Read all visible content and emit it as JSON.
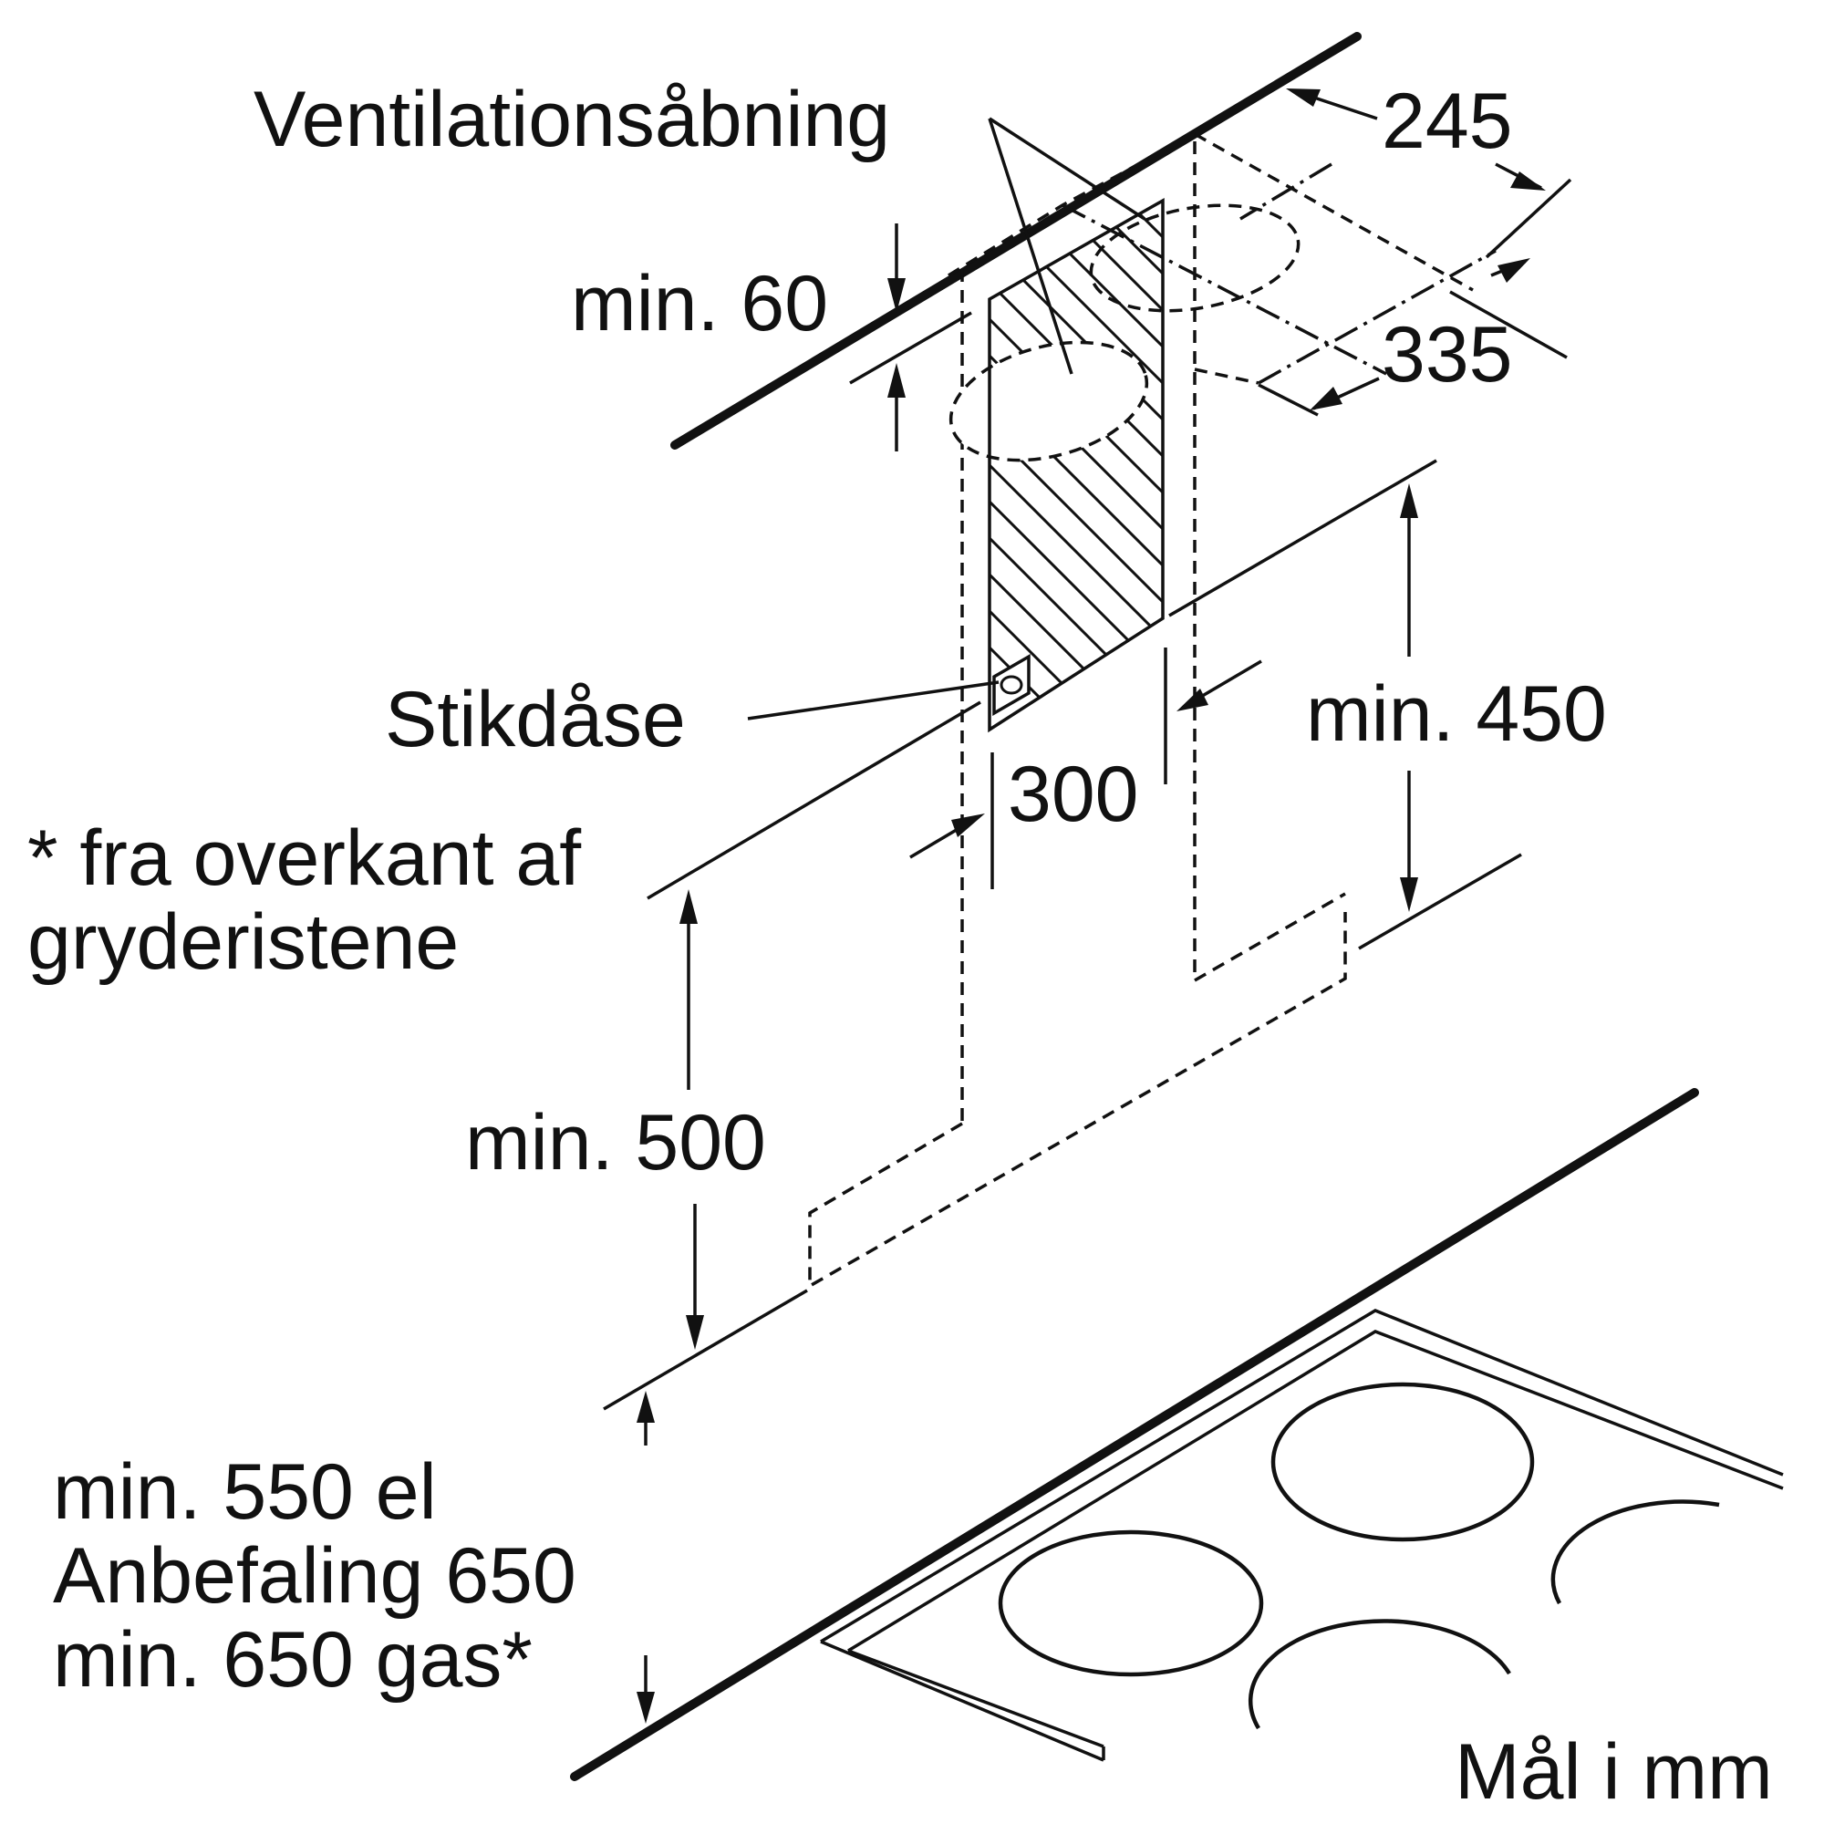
{
  "labels": {
    "ventilation_opening": "Ventilationsåbning",
    "min_60": "min. 60",
    "dim_245": "245",
    "dim_335": "335",
    "socket": "Stikdåse",
    "min_450": "min. 450",
    "dim_300": "300",
    "footnote": "* fra overkant af\ngryderistene",
    "min_500": "min. 500",
    "hob_clearance": "min. 550 el\nAnbefaling 650\nmin. 650 gas*",
    "units": "Mål i mm"
  },
  "colors": {
    "ink": "#111111",
    "background": "#ffffff"
  }
}
